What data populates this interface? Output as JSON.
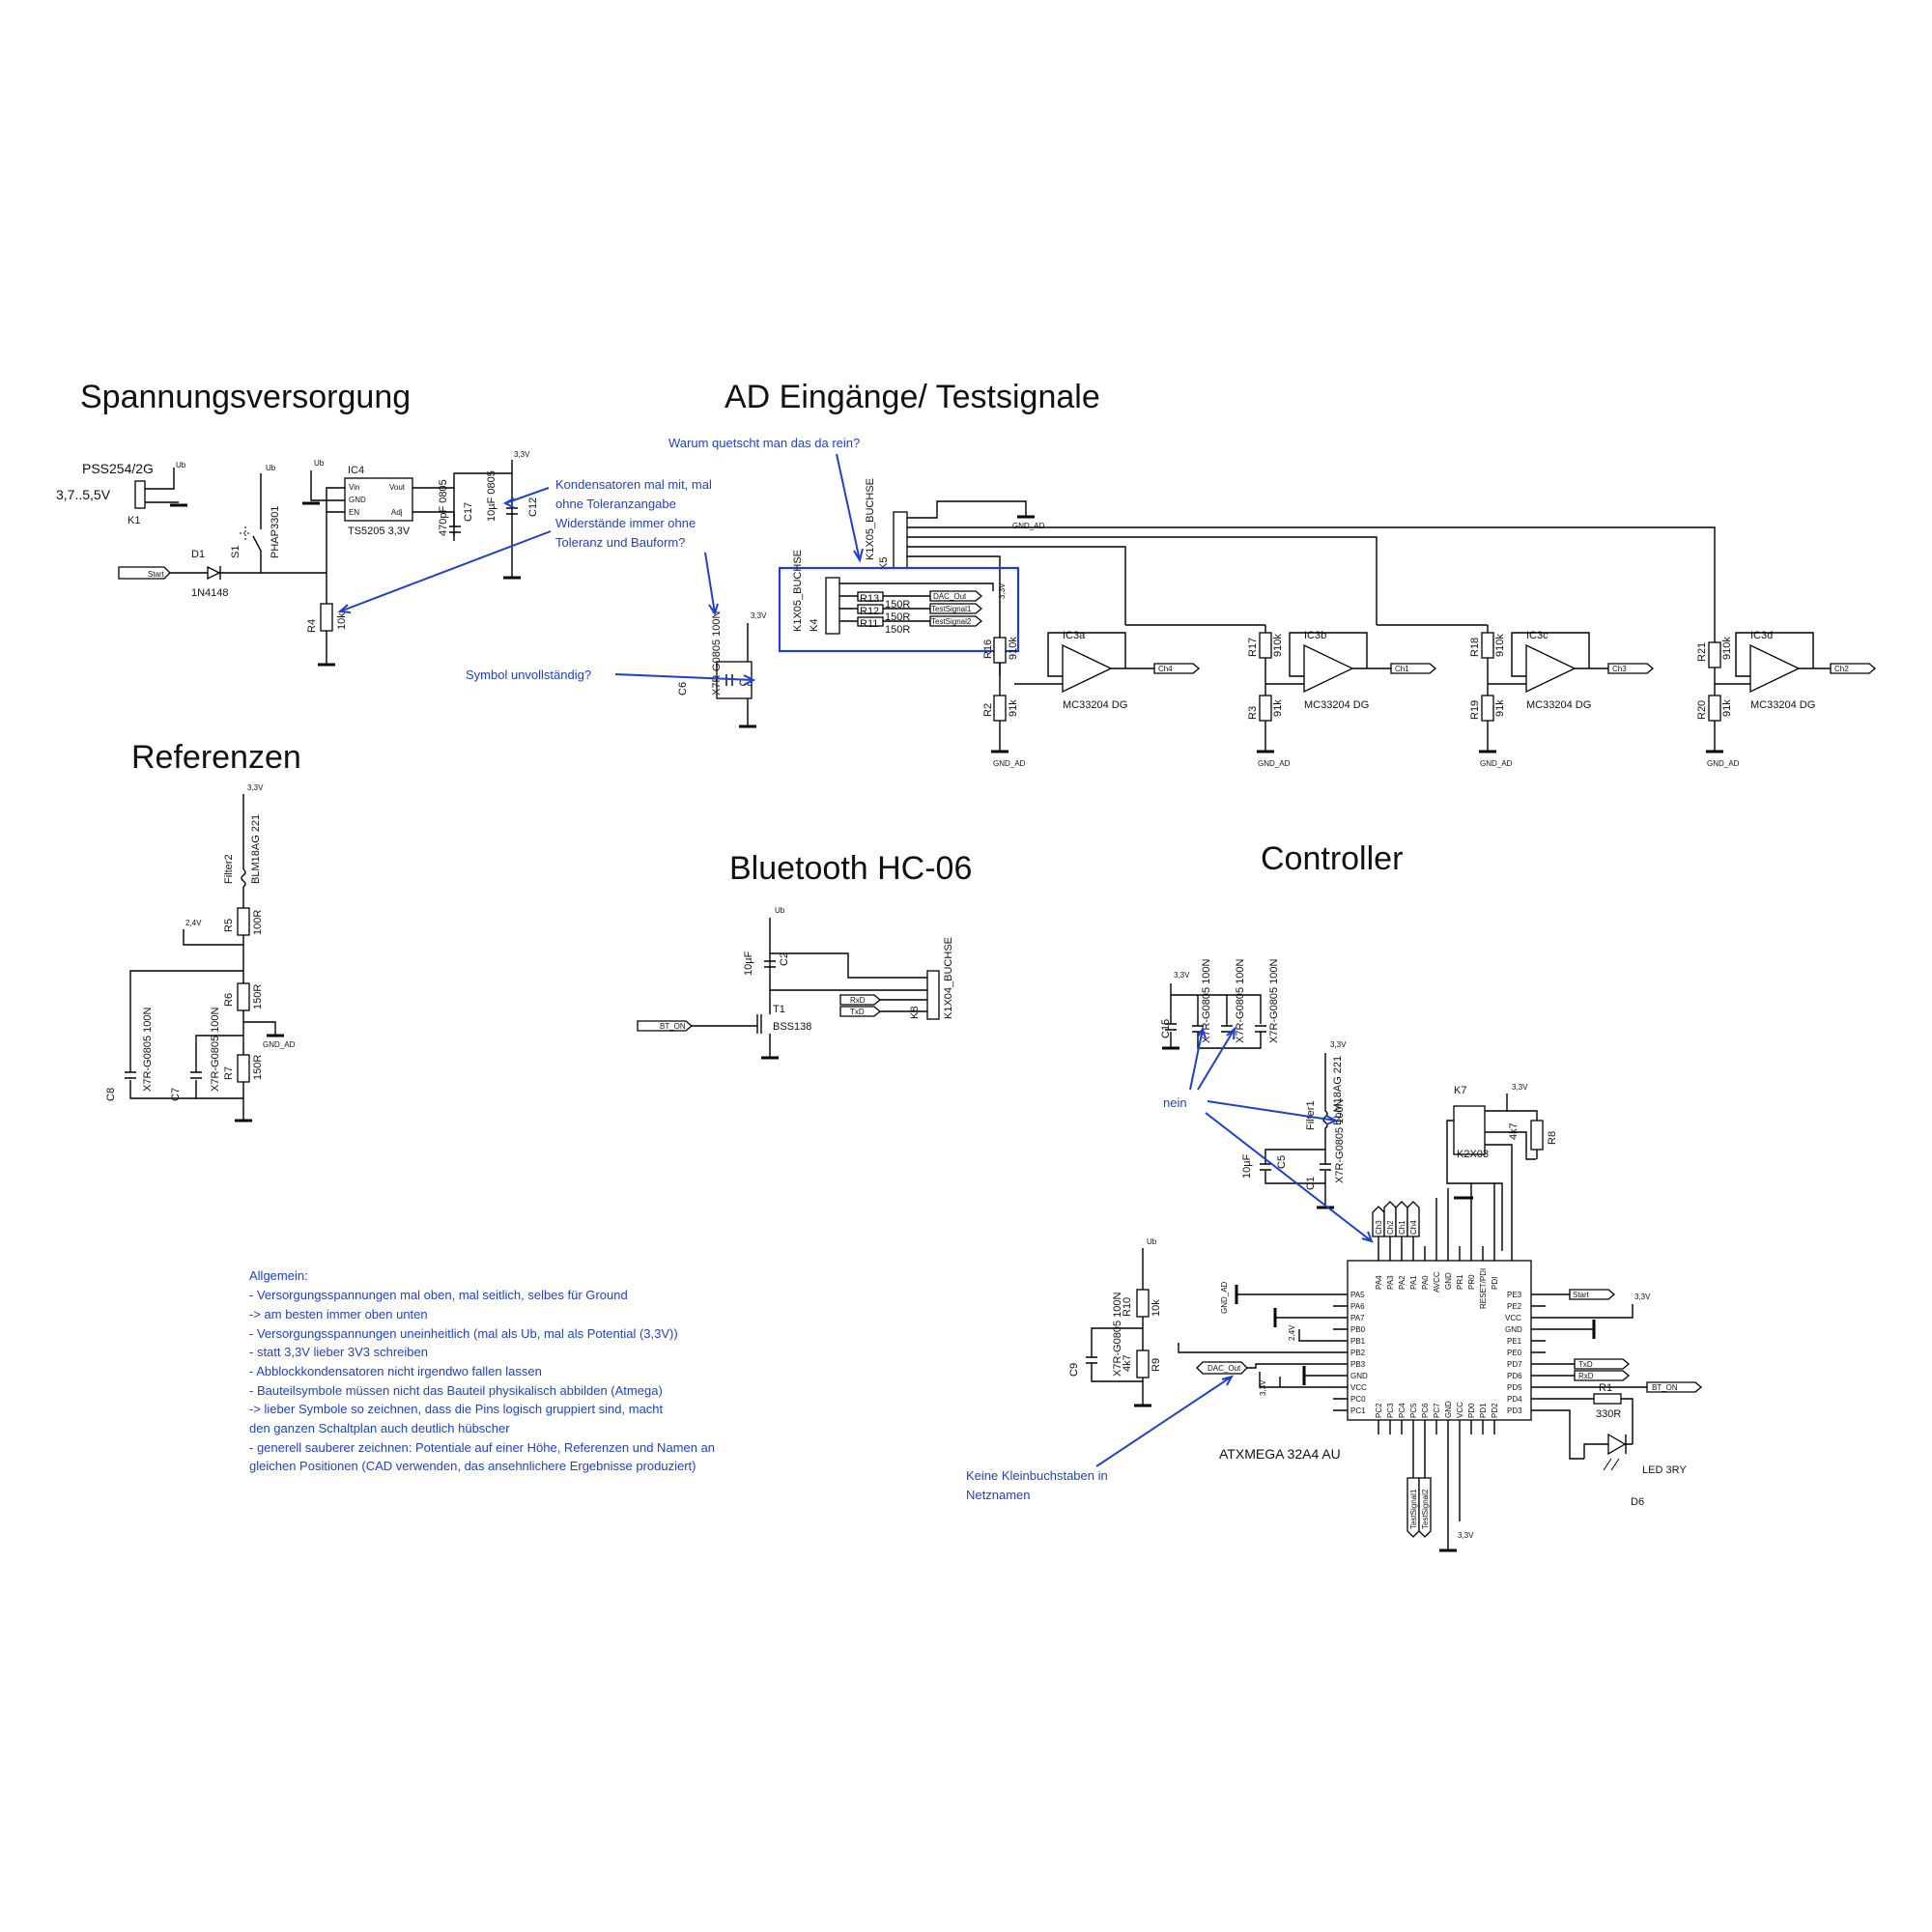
{
  "sections": {
    "spannung": "Spannungsversorgung",
    "ad": "AD Eingänge/ Testsignale",
    "referenzen": "Referenzen",
    "bluetooth": "Bluetooth HC-06",
    "controller": "Controller"
  },
  "power": {
    "k1_part": "PSS254/2G",
    "k1_voltage": "3,7..5,5V",
    "k1_ref": "K1",
    "ub": "Ub",
    "d1": "D1",
    "d1_part": "1N4148",
    "start": "Start",
    "s1": "S1",
    "s1_part": "PHAP3301",
    "ic4": "IC4",
    "ic4_pins": [
      "Vin",
      "GND",
      "EN",
      "Vout",
      "Adj"
    ],
    "ic4_part": "TS5205 3,3V",
    "c17": "470pF 0805",
    "c17_ref": "C17",
    "c12": "10µF 0805",
    "c12_ref": "C12",
    "vcc": "3,3V",
    "r4": "R4",
    "r4_val": "10k"
  },
  "ad": {
    "k5_part": "K1X05_BUCHSE",
    "k5_ref": "K5",
    "gnd_ad": "GND_AD",
    "k4_part": "K1X05_BUCHSE",
    "k4_ref": "K4",
    "r13": "R13",
    "r12": "R12",
    "r11": "R11",
    "r150": "150R",
    "dac_out": "DAC_Out",
    "test1": "TestSignal1",
    "test2": "TestSignal2",
    "c3": "C3",
    "c6": "C6",
    "c3_part": "X7R-G0805 100N",
    "vcc": "3,3V",
    "ch": [
      "Ch4",
      "Ch1",
      "Ch3",
      "Ch2"
    ],
    "ic3": [
      "IC3a",
      "IC3b",
      "IC3c",
      "IC3d"
    ],
    "opamp": "MC33204 DG",
    "r_top": [
      "R16",
      "R17",
      "R18",
      "R21"
    ],
    "r_bot": [
      "R2",
      "R3",
      "R19",
      "R20"
    ],
    "r910": "910k",
    "r91": "91k"
  },
  "ref": {
    "vcc": "3,3V",
    "filter2": "Filter2",
    "filter_part": "BLM18AG 221",
    "v24": "2,4V",
    "r5": "R5",
    "r5_val": "100R",
    "r6": "R6",
    "r6_val": "150R",
    "r7": "R7",
    "r7_val": "150R",
    "gnd_ad": "GND_AD",
    "c8": "C8",
    "c7": "C7",
    "cap_part": "X7R-G0805 100N"
  },
  "bt": {
    "ub": "Ub",
    "c2_val": "10µF",
    "c2": "C2",
    "t1": "T1",
    "t1_part": "BSS138",
    "bt_on": "BT_ON",
    "rxd": "RxD",
    "txd": "TxD",
    "k8": "K8",
    "k8_part": "K1X04_BUCHSE"
  },
  "ctrl": {
    "vcc": "3,3V",
    "c15": "C15",
    "cap_part": "X7R-G0805 100N",
    "filter1": "Filter1",
    "filter_part": "BLM18AG 221",
    "c5_val": "10µF",
    "c5": "C5",
    "c1": "C1",
    "c1_part": "X7R-G0805 100N",
    "k7": "K7",
    "k7_part": "K2X03",
    "r8": "R8",
    "r8_val": "4k7",
    "ub": "Ub",
    "r10": "R10",
    "r10_val": "10k",
    "r9": "R9",
    "r9_val": "4k7",
    "c9": "C9",
    "gnd_ad": "GND_AD",
    "v24": "2,4V",
    "dac_out": "DAC_Out",
    "mcu": "ATXMEGA 32A4 AU",
    "top_pins": [
      "PA4",
      "PA3",
      "PA2",
      "PA1",
      "PA0",
      "AVCC",
      "GND",
      "PR1",
      "PR0",
      "RESET/PDI",
      "PDI"
    ],
    "left_pins": [
      "PA5",
      "PA6",
      "PA7",
      "PB0",
      "PB1",
      "PB2",
      "PB3",
      "GND",
      "VCC",
      "PC0",
      "PC1"
    ],
    "right_pins": [
      "PE3",
      "PE2",
      "VCC",
      "GND",
      "PE1",
      "PE0",
      "PD7",
      "PD6",
      "PD5",
      "PD4",
      "PD3"
    ],
    "bottom_pins": [
      "PC2",
      "PC3",
      "PC4",
      "PC5",
      "PC6",
      "PC7",
      "GND",
      "VCC",
      "PD0",
      "PD1",
      "PD2"
    ],
    "ch_nets": [
      "Ch3",
      "Ch2",
      "Ch1",
      "Ch4"
    ],
    "start": "Start",
    "txd": "TxD",
    "rxd": "RxD",
    "bt_on": "BT_ON",
    "r1": "R1",
    "r1_val": "330R",
    "led": "LED 3RY",
    "d6": "D6",
    "test1": "TestSignal1",
    "test2": "TestSignal2"
  },
  "notes": {
    "warum": "Warum quetscht man das da rein?",
    "kondensatoren": [
      "Kondensatoren mal mit, mal",
      "ohne Toleranzangabe",
      "Widerstände immer ohne",
      "Toleranz und Bauform?"
    ],
    "symbol": "Symbol unvollständig?",
    "nein": "nein",
    "klein": [
      "Keine Kleinbuchstaben in",
      "Netznamen"
    ],
    "allgemein": [
      "Allgemein:",
      "- Versorgungsspannungen mal oben, mal seitlich, selbes für Ground",
      "-> am besten immer oben unten",
      "- Versorgungsspannungen uneinheitlich (mal als Ub, mal als Potential (3,3V))",
      "- statt 3,3V lieber 3V3 schreiben",
      "- Abblockkondensatoren nicht irgendwo fallen lassen",
      "- Bauteilsymbole müssen nicht das Bauteil physikalisch abbilden (Atmega)",
      "-> lieber Symbole so zeichnen, dass die Pins logisch gruppiert sind, macht",
      "den ganzen Schaltplan auch deutlich hübscher",
      "- generell sauberer zeichnen: Potentiale auf einer Höhe, Referenzen und Namen an",
      "gleichen Positionen (CAD verwenden, das ansehnlichere Ergebnisse produziert)"
    ]
  },
  "colors": {
    "annotation": "#1f3fd0",
    "wire": "#000000"
  }
}
